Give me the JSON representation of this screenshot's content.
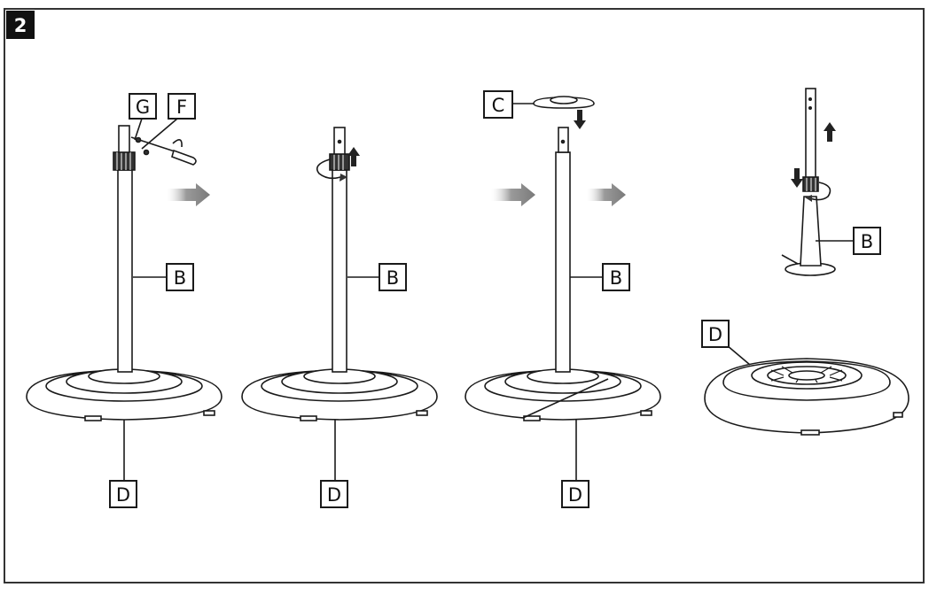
{
  "step_number": "2",
  "labels": {
    "b": "B",
    "c": "C",
    "d": "D",
    "f": "F",
    "g": "G"
  },
  "colors": {
    "stroke": "#1a1a1a",
    "arrow_dark": "#2a2a2a",
    "arrow_gray": "#8a8a8a",
    "frame": "#333333"
  }
}
